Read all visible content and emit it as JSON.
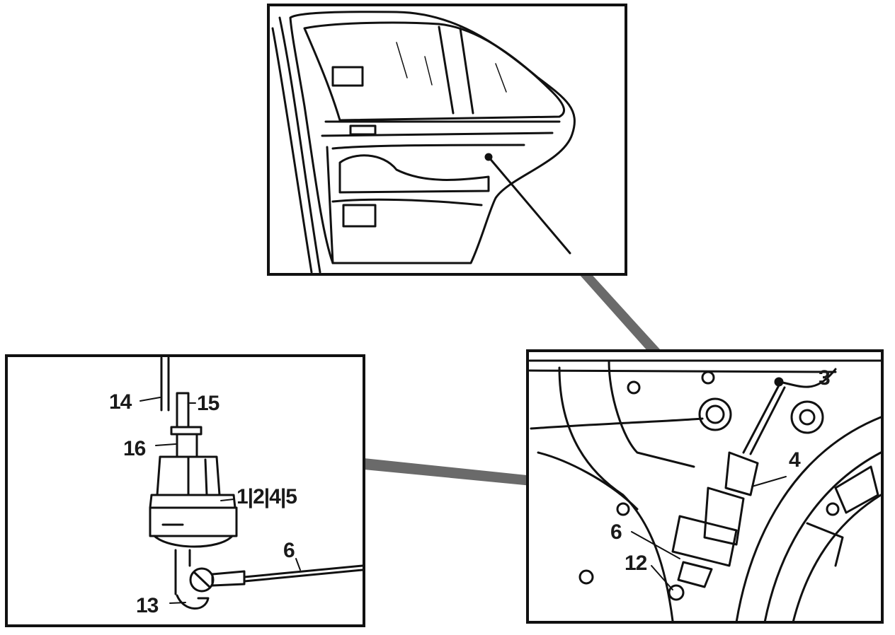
{
  "callouts": {
    "left_panel": {
      "c14": "14",
      "c15": "15",
      "c16": "16",
      "c1245": "1|2|4|5",
      "c6": "6",
      "c13": "13"
    },
    "right_panel": {
      "c3": "3",
      "c4": "4",
      "c6": "6",
      "c12": "12"
    }
  },
  "colors": {
    "ink": "#111111",
    "background": "#ffffff",
    "connector": "#6a6a6a"
  },
  "icons": {
    "top_panel": "rear-door-exterior-illustration",
    "left_panel": "vacuum-element-detail-illustration",
    "right_panel": "door-interior-mechanism-illustration"
  }
}
